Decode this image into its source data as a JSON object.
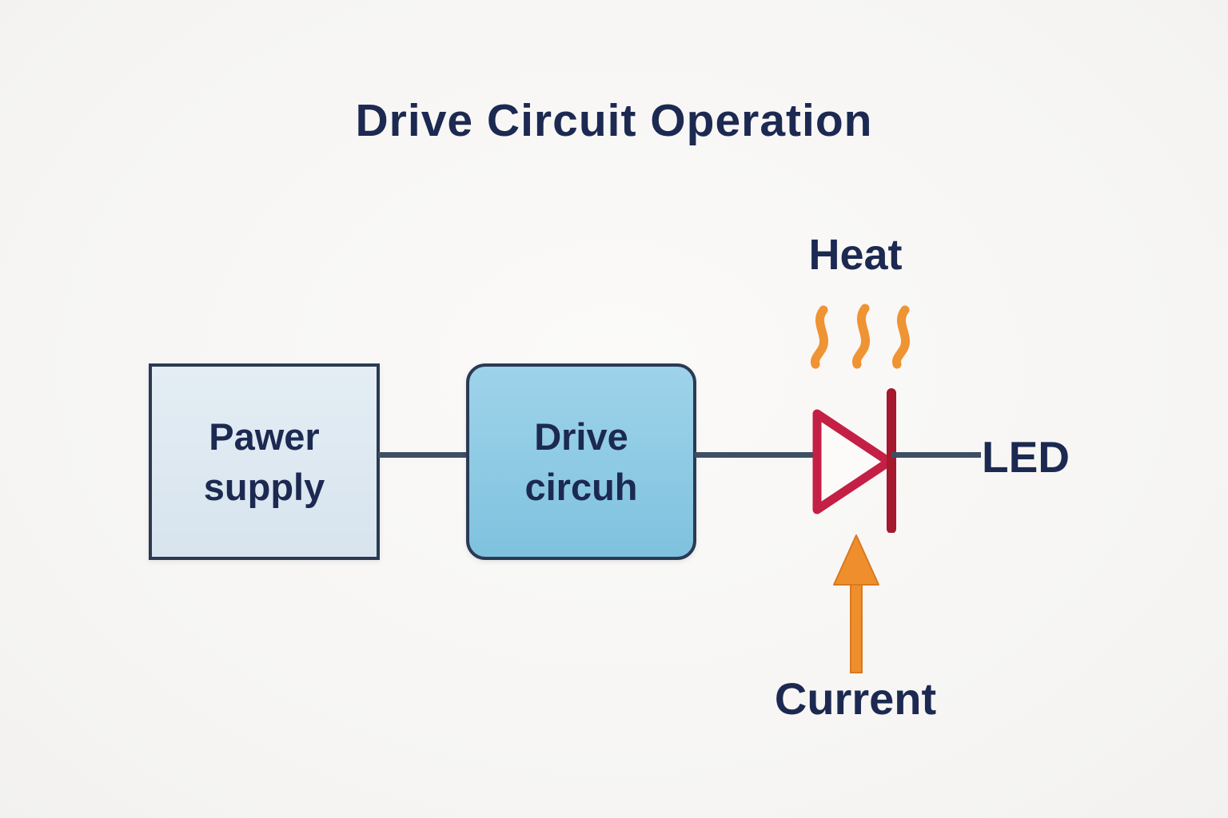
{
  "title": "Drive Circuit Operation",
  "diagram": {
    "power_supply": {
      "line1": "Pawer",
      "line2": "supply"
    },
    "drive_circuit": {
      "line1": "Drive",
      "line2": "circuh"
    },
    "heat_label": "Heat",
    "led_label": "LED",
    "current_label": "Current"
  },
  "colors": {
    "background": "#f6f5f3",
    "text_navy": "#1c2951",
    "box_border": "#2b3a52",
    "power_box_fill": "#dce8f1",
    "drive_box_fill": "#8ccbe5",
    "wire": "#3d4f63",
    "diode_triangle": "#c41f45",
    "diode_bar": "#a5182e",
    "heat_orange": "#ef9333",
    "arrow_orange": "#ef8e2d"
  }
}
